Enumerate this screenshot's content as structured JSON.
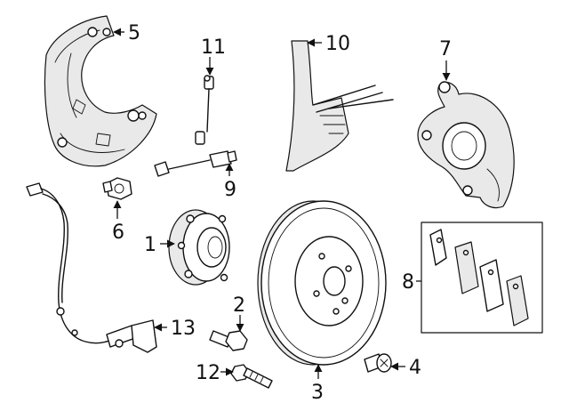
{
  "callouts": [
    {
      "id": "hub-bearing",
      "number": "1"
    },
    {
      "id": "bolt",
      "number": "2"
    },
    {
      "id": "rotor",
      "number": "3"
    },
    {
      "id": "rotor-screw",
      "number": "4"
    },
    {
      "id": "splash-shield",
      "number": "5"
    },
    {
      "id": "shield-bolt",
      "number": "6"
    },
    {
      "id": "knuckle",
      "number": "7"
    },
    {
      "id": "brake-pads",
      "number": "8"
    },
    {
      "id": "wear-sensor-rear",
      "number": "9"
    },
    {
      "id": "air-deflector",
      "number": "10"
    },
    {
      "id": "wear-sensor-front",
      "number": "11"
    },
    {
      "id": "hub-bolt",
      "number": "12"
    },
    {
      "id": "abs-sensor",
      "number": "13"
    }
  ],
  "colors": {
    "line": "#111111",
    "background": "#ffffff",
    "fill": "#e9e9e9"
  }
}
